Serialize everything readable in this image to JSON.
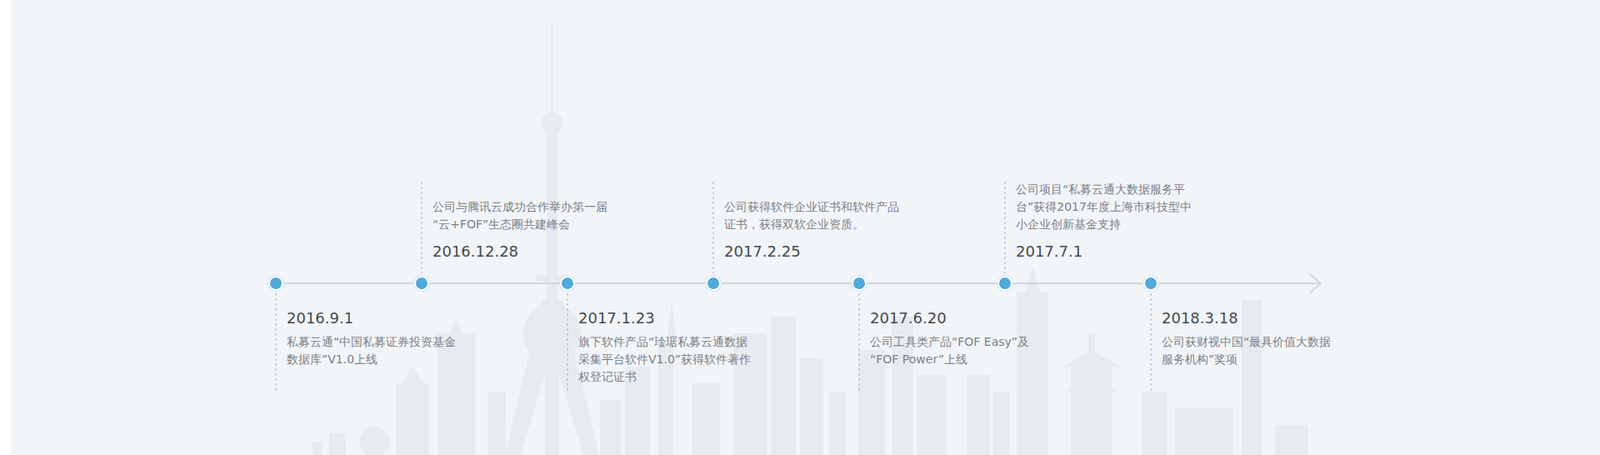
{
  "diagram": {
    "nodes": [
      {
        "text": [
          "2016.9.1",
          "私募云通“中国私募证券投资基金数据库”V1.0上线"
        ]
      },
      {
        "text": [
          "2016.12.28",
          "公司与腾讯云成功合作举办第一届“云+FOF”生态圈共建峰会"
        ]
      },
      {
        "text": [
          "2017.1.23",
          "旗下软件产品“琻琚私募云通数据采集平台软件V1.0”获得软件著作权登记证书"
        ]
      },
      {
        "text": [
          "2017.2.25",
          "公司获得软件企业证书和软件产品证书，获得双软企业资质。"
        ]
      },
      {
        "text": [
          "2017.6.20",
          "公司工具类产品“FOF Easy”及“FOF Power”上线"
        ]
      },
      {
        "text": [
          "2017.7.1",
          "公司项目“私募云通大数据服务平台”获得2017年度上海市科技型中小企业创新基金支持"
        ]
      },
      {
        "text": [
          "2018.3.18",
          "公司获财视中国“最具价值大数据服务机构”奖项"
        ]
      }
    ],
    "edges": [
      {
        "from": 0,
        "to": 1,
        "arrow": "none"
      },
      {
        "from": 1,
        "to": 2,
        "arrow": "none"
      },
      {
        "from": 2,
        "to": 3,
        "arrow": "none"
      },
      {
        "from": 3,
        "to": 4,
        "arrow": "none"
      },
      {
        "from": 4,
        "to": 5,
        "arrow": "none"
      },
      {
        "from": 5,
        "to": 6,
        "arrow": "none"
      }
    ]
  }
}
